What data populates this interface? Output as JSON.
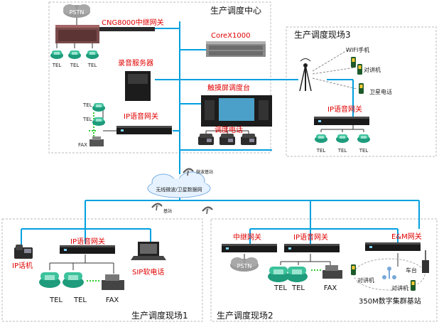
{
  "regions": {
    "center": "生产调度中心",
    "site3": "生产调度现场3",
    "site1": "生产调度现场1",
    "site2": "生产调度现场2"
  },
  "labels": {
    "pstn_center": "PSTN",
    "cng8000": "CNG8000中继网关",
    "corex": "CoreX1000",
    "recorder": "录音服务器",
    "touch_console": "触摸屏调度台",
    "ipgw_center": "IP语音网关",
    "dispatch_phone": "调度电话",
    "fax_center": "FAX",
    "wifi_phone": "WIFI手机",
    "walkie_site3": "对讲机",
    "sat_phone": "卫星电话",
    "ipgw_site3": "IP语音网关",
    "wireless_net": "无线微波/卫星数据网",
    "base_station": "微波基站",
    "base_station2": "基站",
    "ipgw_site1": "IP语音网关",
    "ip_phone": "IP话机",
    "sip_phone": "SIP软电话",
    "fax_site1": "FAX",
    "trunk_gw": "中继网关",
    "pstn_site2": "PSTN",
    "ipgw_site2": "IP语音网关",
    "em_gw": "E&M网关",
    "car_radio": "车台",
    "walkie_site2a": "对讲机",
    "walkie_site2b": "对讲机",
    "fax_site2": "FAX",
    "trunk_station": "350M数字集群基站"
  },
  "tel": {
    "small": "TEL",
    "large": "TEL"
  },
  "colors": {
    "line": "#00a0e0",
    "label_red": "#e00000",
    "phone_green": "#2aa88c",
    "dashed": "#bbbbbb"
  }
}
